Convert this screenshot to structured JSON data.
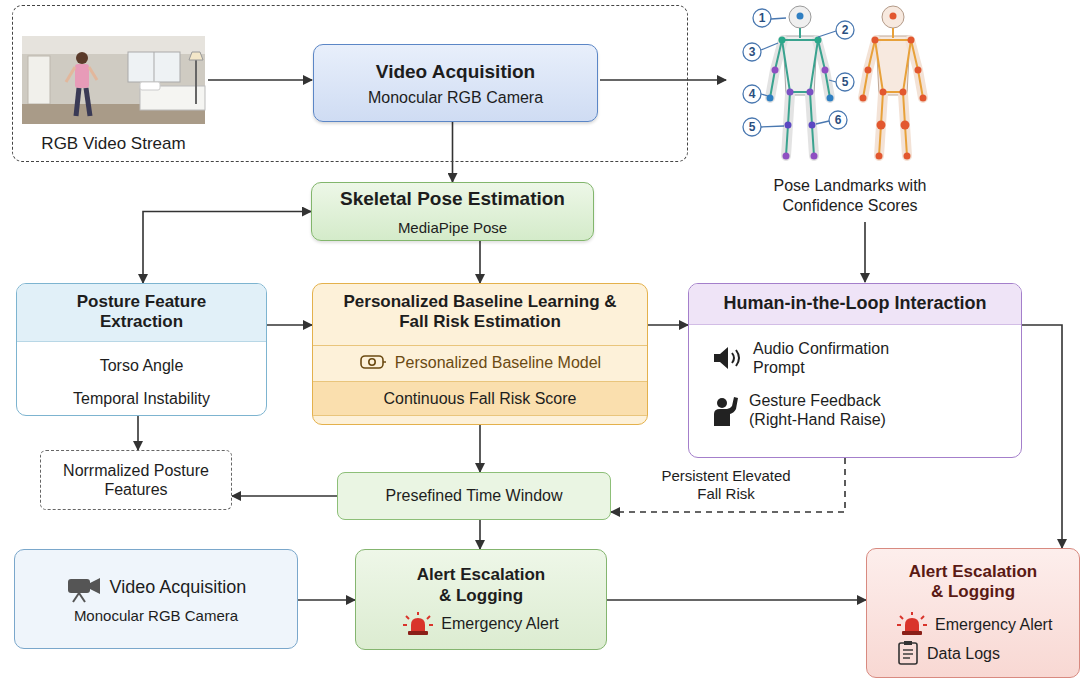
{
  "diagram": {
    "nodes": [
      {
        "text": [
          "RGB Video Stream"
        ]
      },
      {
        "text": [
          "Video Acquisition",
          "Monocular RGB Camera"
        ],
        "in": 0
      },
      {
        "text": [
          "Skeletal Pose Estimation",
          "MediaPipe Pose"
        ]
      },
      {
        "text": [
          "Posture Feature Extraction",
          "Torso Angle",
          "Temporal Instability"
        ]
      },
      {
        "text": [
          "Personalized Baseline Learning & Fall Risk Estimation"
        ]
      },
      {
        "text": [
          "Personalized Baseline Model"
        ],
        "in": 4
      },
      {
        "text": [
          "Continuous Fall Risk Score"
        ],
        "in": 4
      },
      {
        "text": [
          "Human-in-the-Loop Interaction",
          "Audio Confirmation Prompt",
          "Gesture Feedback (Right-Hand Raise)"
        ]
      },
      {
        "text": [
          "Norrmalized Posture Features"
        ]
      },
      {
        "text": [
          "Presefined Time Window"
        ]
      },
      {
        "text": [
          "Video Acquisition",
          "Monocular RGB Camera"
        ]
      },
      {
        "text": [
          "Alert Escalation & Logging",
          "Emergency Alert"
        ]
      },
      {
        "text": [
          "Alert Escalation & Logging",
          "Emergency Alert",
          "Data Logs"
        ]
      }
    ],
    "edges": [
      {
        "from": 1,
        "to": 2,
        "arrow": "to"
      },
      {
        "from": 2,
        "to": 3,
        "arrow": "both"
      },
      {
        "from": 2,
        "to": 4,
        "arrow": "to"
      },
      {
        "from": 3,
        "to": 4,
        "arrow": "to"
      },
      {
        "from": 3,
        "to": 8,
        "arrow": "to"
      },
      {
        "from": 4,
        "to": 7,
        "arrow": "to"
      },
      {
        "from": 4,
        "to": 9,
        "arrow": "to"
      },
      {
        "from": 9,
        "to": 8,
        "arrow": "to"
      },
      {
        "from": 7,
        "to": 9,
        "label": "Persistent Elevated Fall Risk",
        "arrow": "to"
      },
      {
        "from": 9,
        "to": 11,
        "arrow": "to"
      },
      {
        "from": 10,
        "to": 11,
        "arrow": "to"
      },
      {
        "from": 11,
        "to": 12,
        "arrow": "to"
      },
      {
        "from": 7,
        "to": 12,
        "arrow": "to"
      }
    ],
    "labels": [
      "1",
      "2",
      "3",
      "5",
      "4",
      "5",
      "6",
      "Pose Landmarks with Confidence Scores"
    ]
  }
}
